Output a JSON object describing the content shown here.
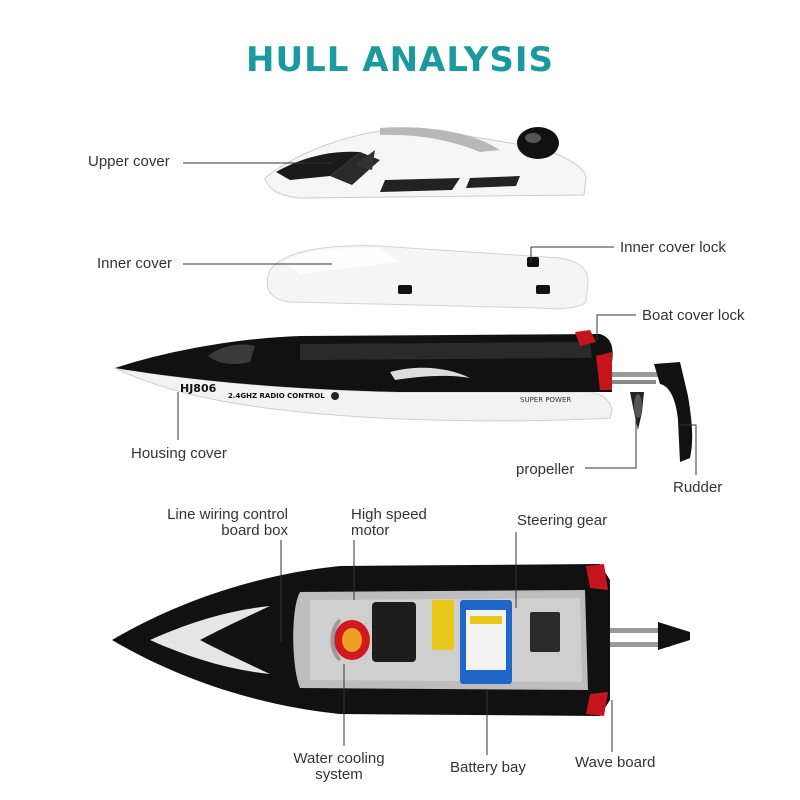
{
  "title": "HULL ANALYSIS",
  "colors": {
    "title": "#1a9aa0",
    "hull_black": "#111111",
    "hull_white": "#f4f4f4",
    "accent_red": "#c4141c",
    "label_text": "#333333",
    "leader_line": "#333333"
  },
  "boat_text": {
    "model": "HJ806",
    "radio": "2.4GHZ RADIO CONTROL",
    "power": "SUPER POWER"
  },
  "labels": {
    "upper_cover": "Upper cover",
    "inner_cover": "Inner cover",
    "inner_cover_lock": "Inner cover lock",
    "boat_cover_lock": "Boat cover lock",
    "housing_cover": "Housing cover",
    "propeller": "propeller",
    "rudder": "Rudder",
    "line_wiring_1": "Line wiring control",
    "line_wiring_2": "board box",
    "high_speed_1": "High speed",
    "high_speed_2": "motor",
    "steering_gear": "Steering gear",
    "water_cooling_1": "Water cooling",
    "water_cooling_2": "system",
    "battery_bay": "Battery bay",
    "wave_board": "Wave board"
  }
}
